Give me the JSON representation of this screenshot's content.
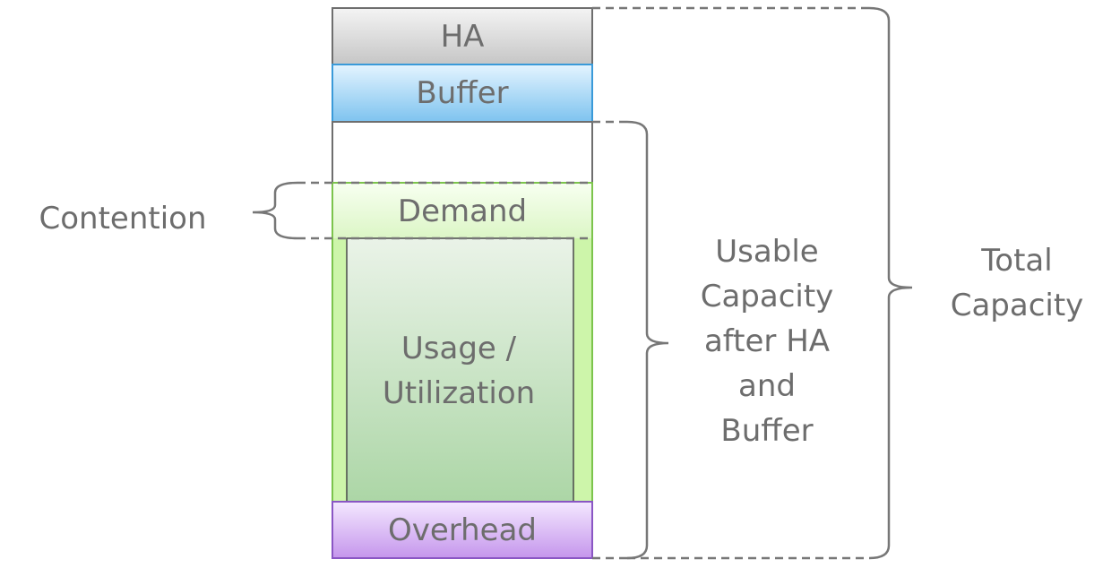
{
  "diagram": {
    "stack": {
      "ha": "HA",
      "buffer": "Buffer",
      "demand": "Demand",
      "usage_line1": "Usage /",
      "usage_line2": "Utilization",
      "overhead": "Overhead"
    },
    "contention_label": "Contention",
    "usable_label": [
      "Usable",
      "Capacity",
      "after HA",
      "and",
      "Buffer"
    ],
    "total_label": [
      "Total",
      "Capacity"
    ]
  }
}
